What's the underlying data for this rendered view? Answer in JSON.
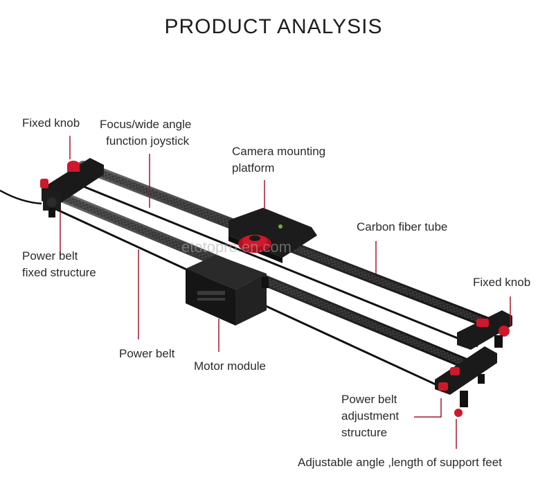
{
  "title": "PRODUCT ANALYSIS",
  "watermark": "etotopro.en.com",
  "labels": {
    "fixed_knob_left": "Fixed knob",
    "joystick_line1": "Focus/wide angle",
    "joystick_line2": "function joystick",
    "platform_line1": "Camera mounting",
    "platform_line2": "platform",
    "carbon_tube": "Carbon fiber tube",
    "fixed_knob_right": "Fixed knob",
    "belt_fixed_line1": "Power belt",
    "belt_fixed_line2": "fixed structure",
    "power_belt": "Power belt",
    "motor_module": "Motor module",
    "belt_adjust_line1": "Power belt",
    "belt_adjust_line2": "adjustment",
    "belt_adjust_line3": "structure",
    "support_feet": "Adjustable angle ,length of support feet"
  },
  "colors": {
    "leader_line": "#a3162a",
    "accent_red": "#d0182c",
    "rail_dark": "#2b2b2b"
  }
}
